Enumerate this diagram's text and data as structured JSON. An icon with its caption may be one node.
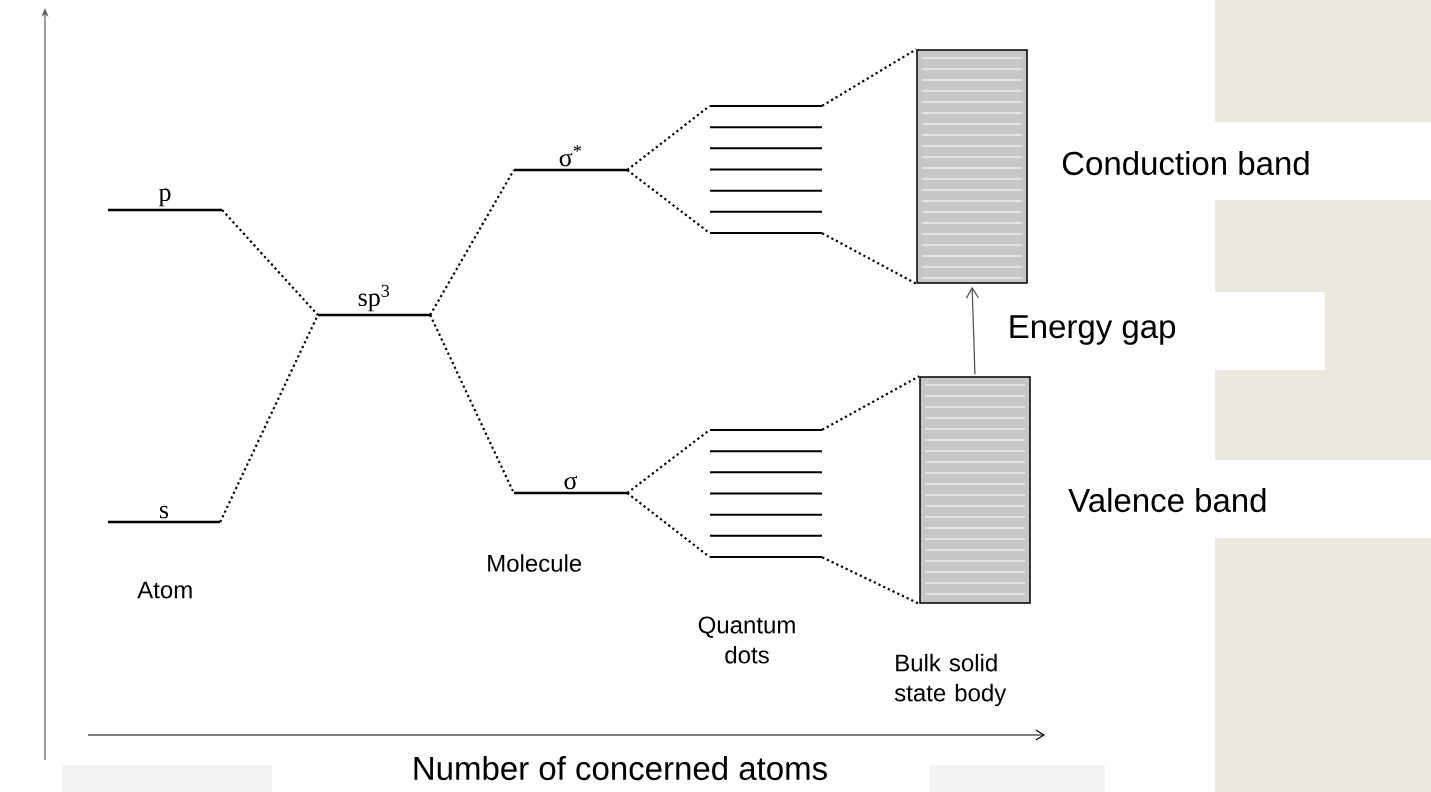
{
  "diagram": {
    "nodes": [
      {
        "text": [
          "p"
        ]
      },
      {
        "text": [
          "s"
        ],
        "beside": [
          "Atom"
        ]
      },
      {
        "text": [
          "sp$^{3}$"
        ]
      },
      {
        "text": [
          "σ$^{*}$"
        ]
      },
      {
        "text": [
          "σ"
        ],
        "beside": [
          "Molecule"
        ]
      },
      {
        "text": [],
        "shape": "bar"
      },
      {
        "text": [],
        "shape": "bar"
      },
      {
        "text": [],
        "shape": "box",
        "beside": [
          "Conduction band"
        ]
      },
      {
        "text": [],
        "shape": "box",
        "beside": [
          "Valence band",
          "Bulk solid state body"
        ]
      }
    ],
    "edges": [
      {
        "from": 0,
        "to": 2,
        "arrow": "none",
        "style": "dashed"
      },
      {
        "from": 1,
        "to": 2,
        "arrow": "none",
        "style": "dashed"
      },
      {
        "from": 2,
        "to": 3,
        "arrow": "none",
        "style": "dashed"
      },
      {
        "from": 2,
        "to": 4,
        "arrow": "none",
        "style": "dashed"
      },
      {
        "from": 3,
        "to": 5,
        "arrow": "none",
        "style": "dashed"
      },
      {
        "from": 3,
        "to": 5,
        "arrow": "none",
        "style": "dashed"
      },
      {
        "from": 4,
        "to": 6,
        "arrow": "none",
        "style": "dashed"
      },
      {
        "from": 4,
        "to": 6,
        "arrow": "none",
        "style": "dashed"
      },
      {
        "from": 5,
        "to": 7,
        "arrow": "none",
        "style": "dashed"
      },
      {
        "from": 5,
        "to": 7,
        "arrow": "none",
        "style": "dashed"
      },
      {
        "from": 6,
        "to": 8,
        "arrow": "none",
        "style": "dashed"
      },
      {
        "from": 6,
        "to": 8,
        "arrow": "none",
        "style": "dashed"
      },
      {
        "from": 8,
        "to": 7,
        "arrow": "to",
        "label": "Energy gap"
      }
    ],
    "labels": [
      "Quantum dots",
      "Number of concerned atoms"
    ]
  }
}
